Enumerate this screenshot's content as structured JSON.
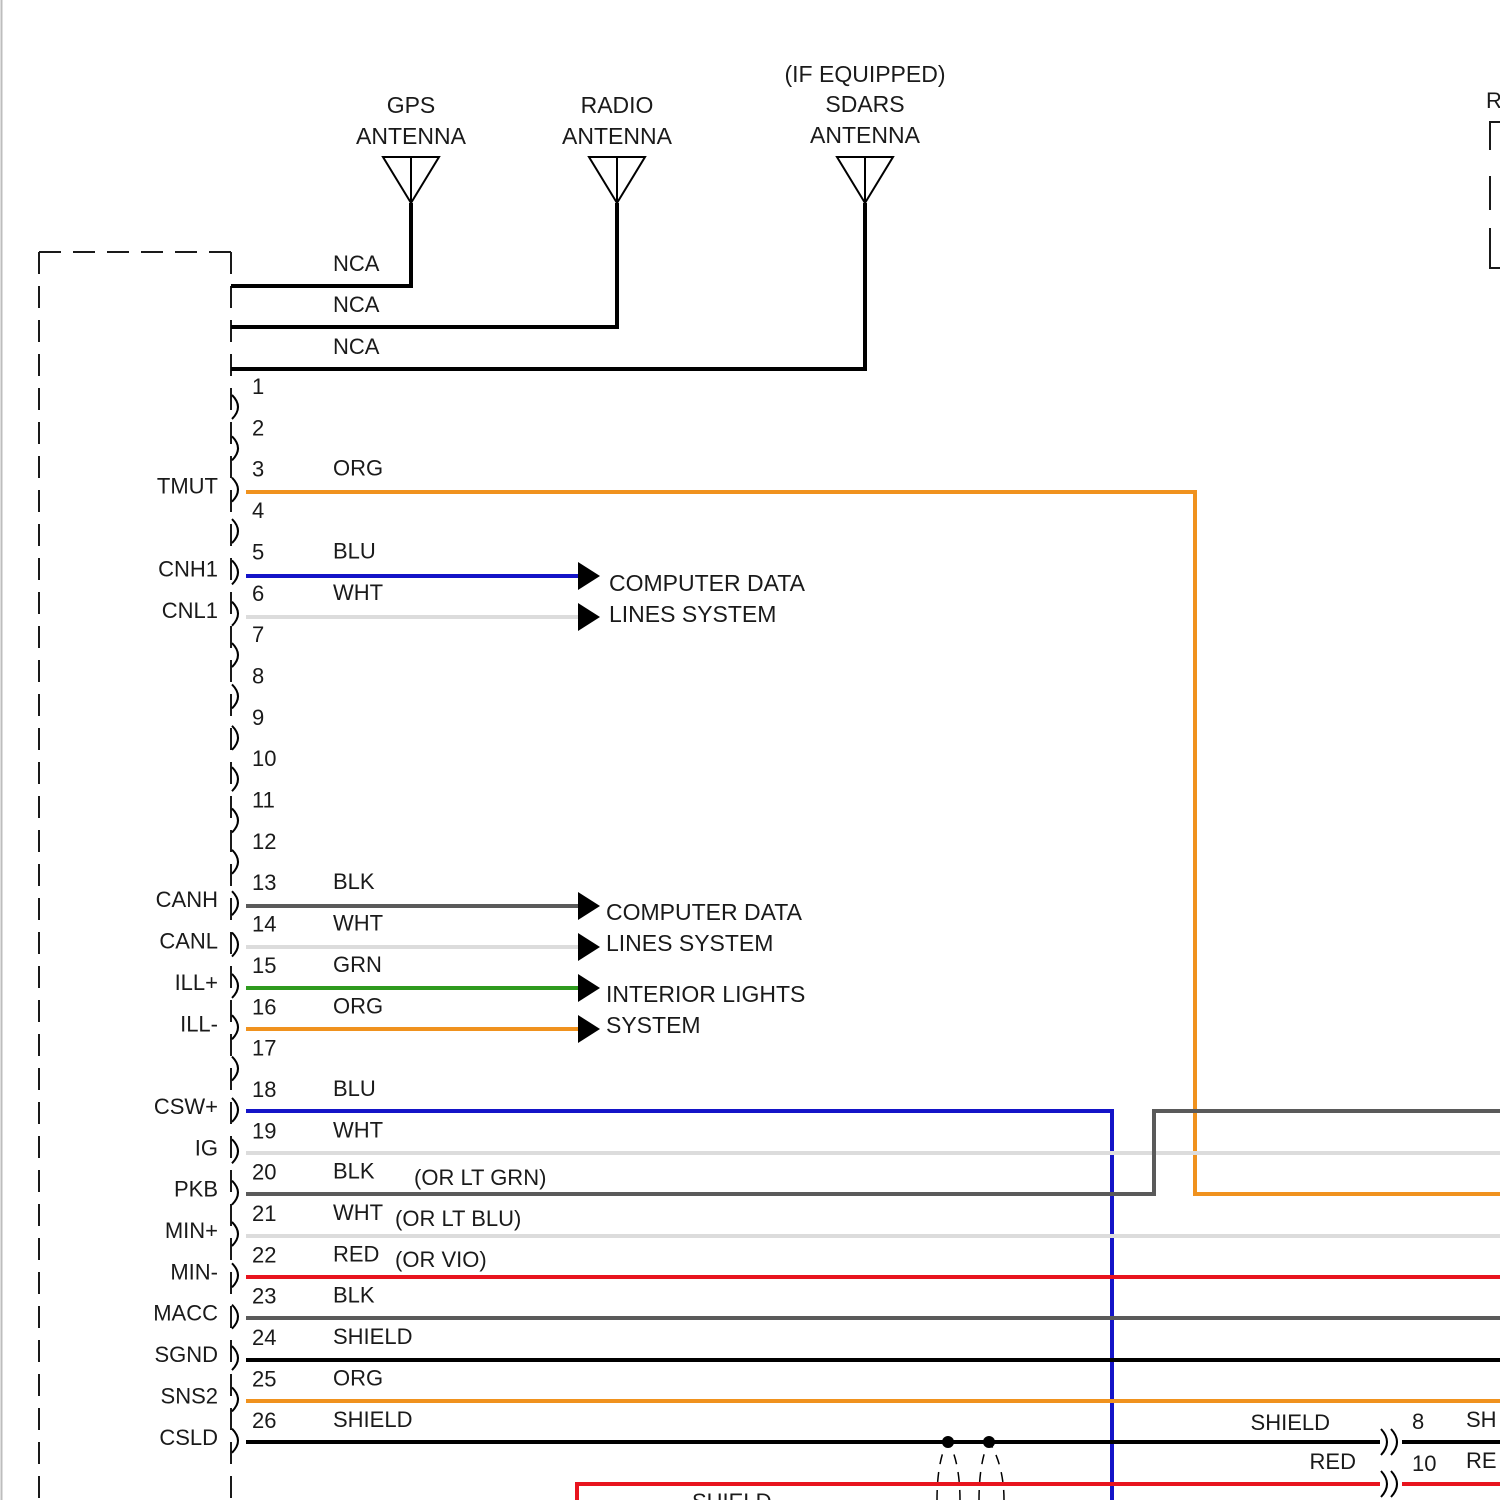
{
  "antennas": [
    {
      "id": "gps",
      "lines": [
        "GPS",
        "ANTENNA"
      ],
      "wire_label": "NCA"
    },
    {
      "id": "radio",
      "lines": [
        "RADIO",
        "ANTENNA"
      ],
      "wire_label": "NCA"
    },
    {
      "id": "sdars",
      "lines": [
        "(IF EQUIPPED)",
        "SDARS",
        "ANTENNA"
      ],
      "wire_label": "NCA"
    }
  ],
  "pins": [
    {
      "pin": "1"
    },
    {
      "pin": "2"
    },
    {
      "pin": "3",
      "signal": "TMUT",
      "wire": "ORG",
      "color": "#f0921e"
    },
    {
      "pin": "4"
    },
    {
      "pin": "5",
      "signal": "CNH1",
      "wire": "BLU",
      "color": "#1414c8"
    },
    {
      "pin": "6",
      "signal": "CNL1",
      "wire": "WHT",
      "color": "#dcdcdc"
    },
    {
      "pin": "7"
    },
    {
      "pin": "8"
    },
    {
      "pin": "9"
    },
    {
      "pin": "10"
    },
    {
      "pin": "11"
    },
    {
      "pin": "12"
    },
    {
      "pin": "13",
      "signal": "CANH",
      "wire": "BLK",
      "color": "#5a5a5a"
    },
    {
      "pin": "14",
      "signal": "CANL",
      "wire": "WHT",
      "color": "#dcdcdc"
    },
    {
      "pin": "15",
      "signal": "ILL+",
      "wire": "GRN",
      "color": "#2e9a1e"
    },
    {
      "pin": "16",
      "signal": "ILL-",
      "wire": "ORG",
      "color": "#f0921e"
    },
    {
      "pin": "17"
    },
    {
      "pin": "18",
      "signal": "CSW+",
      "wire": "BLU",
      "color": "#1414c8"
    },
    {
      "pin": "19",
      "signal": "IG",
      "wire": "WHT",
      "color": "#dcdcdc"
    },
    {
      "pin": "20",
      "signal": "PKB",
      "wire": "BLK",
      "color": "#5a5a5a",
      "alt": "(OR LT GRN)"
    },
    {
      "pin": "21",
      "signal": "MIN+",
      "wire": "WHT",
      "color": "#dcdcdc",
      "alt": "(OR LT BLU)"
    },
    {
      "pin": "22",
      "signal": "MIN-",
      "wire": "RED",
      "color": "#e8141e",
      "alt": "(OR VIO)"
    },
    {
      "pin": "23",
      "signal": "MACC",
      "wire": "BLK",
      "color": "#5a5a5a"
    },
    {
      "pin": "24",
      "signal": "SGND",
      "wire": "SHIELD",
      "color": "#000000"
    },
    {
      "pin": "25",
      "signal": "SNS2",
      "wire": "ORG",
      "color": "#f0921e"
    },
    {
      "pin": "26",
      "signal": "CSLD",
      "wire": "SHIELD",
      "color": "#000000"
    }
  ],
  "references": [
    {
      "lines": [
        "COMPUTER DATA",
        "LINES SYSTEM"
      ]
    },
    {
      "lines": [
        "COMPUTER DATA",
        "LINES SYSTEM"
      ]
    },
    {
      "lines": [
        "INTERIOR LIGHTS",
        "SYSTEM"
      ]
    }
  ],
  "right_connector": [
    {
      "pin": "8",
      "wire": "SHIELD",
      "clip": "SH"
    },
    {
      "pin": "10",
      "wire": "RED",
      "clip": "RE"
    }
  ],
  "bottom_clip_label": "SHIELD",
  "top_right_clip_label": "R",
  "colors": {
    "orange": "#f0921e",
    "blue": "#1414c8",
    "white": "#dcdcdc",
    "black_wire": "#5a5a5a",
    "green": "#2e9a1e",
    "red": "#e8141e",
    "shield": "#000000"
  }
}
